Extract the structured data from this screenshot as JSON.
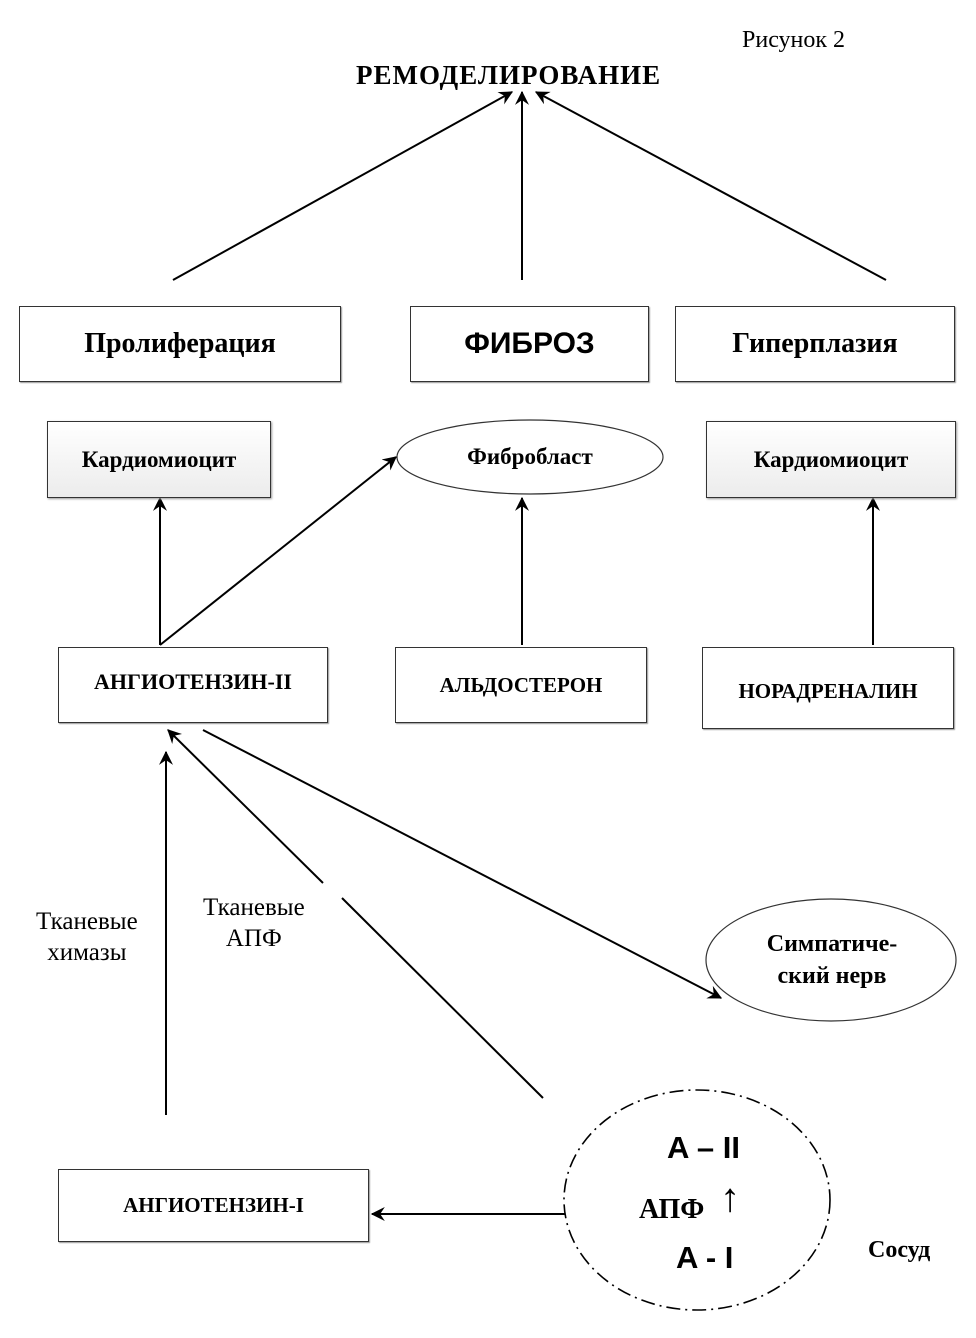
{
  "figure_label": "Рисунок 2",
  "title": "РЕМОДЕЛИРОВАНИЕ",
  "outcomes": {
    "proliferation": "Пролиферация",
    "fibrosis": "ФИБРОЗ",
    "hyperplasia": "Гиперплазия"
  },
  "cells": {
    "cardiomyocyte_left": "Кардиомиоцит",
    "fibroblast": "Фибробласт",
    "cardiomyocyte_right": "Кардиомиоцит"
  },
  "mediators": {
    "angiotensin_2": "АНГИОТЕНЗИН-II",
    "aldosterone": "АЛЬДОСТЕРОН",
    "noradrenaline": "НОРАДРЕНАЛИН"
  },
  "enzyme_labels": {
    "chymases": [
      "Тканевые",
      "химазы"
    ],
    "tissue_ace": [
      "Тканевые",
      "АПФ"
    ]
  },
  "sympathetic_nerve": [
    "Симпатиче-",
    "ский нерв"
  ],
  "angiotensin_1": "АНГИОТЕНЗИН-I",
  "vessel": {
    "a2": "A – II",
    "ace": "АПФ",
    "ace_arrow": "↑",
    "a1": "A - I",
    "label": "Сосуд"
  }
}
